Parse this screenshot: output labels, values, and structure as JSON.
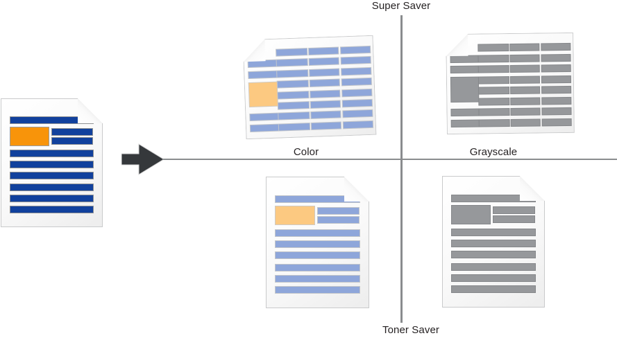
{
  "diagram": {
    "axis_top_label": "Super Saver",
    "axis_bottom_label": "Toner Saver",
    "quadrant_left_label": "Color",
    "quadrant_right_label": "Grayscale"
  },
  "colors": {
    "background": "#ffffff",
    "axis_line": "#8a8c8e",
    "label_text": "#231f20",
    "arrow": "#35383b",
    "arrow_outline": "#d4d4d4",
    "page_border": "#c9cacb",
    "palettes": {
      "source": {
        "bar": "#11419d",
        "bar_border": "#8f9193",
        "accent": "#f8940a",
        "accent_border": "#9b9b9b"
      },
      "color_saver": {
        "bar": "#8ea6da",
        "bar_border": "#c3c6ca",
        "accent": "#fcc981",
        "accent_border": "#cfcac3"
      },
      "grayscale": {
        "bar": "#96989b",
        "bar_border": "#85878a",
        "accent": "#96989b",
        "accent_border": "#85878a"
      }
    }
  },
  "documents": {
    "source": {
      "orientation": "portrait",
      "palette": "source",
      "description": "original color document"
    },
    "super_saver_color": {
      "orientation": "landscape",
      "palette": "color_saver",
      "description": "super saver color output"
    },
    "super_saver_grayscale": {
      "orientation": "landscape",
      "palette": "grayscale",
      "description": "super saver grayscale output"
    },
    "toner_saver_color": {
      "orientation": "portrait",
      "palette": "color_saver",
      "description": "toner saver color output"
    },
    "toner_saver_grayscale": {
      "orientation": "portrait",
      "palette": "grayscale",
      "description": "toner saver grayscale output"
    }
  }
}
